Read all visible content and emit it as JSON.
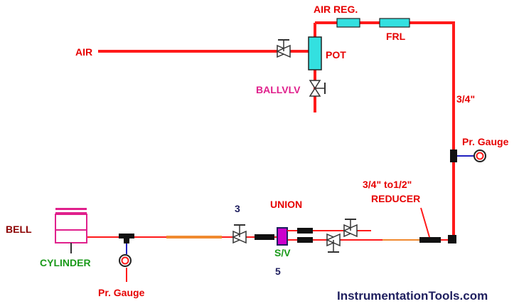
{
  "labels": {
    "air": "AIR",
    "air_reg": "AIR REG.",
    "frl": "FRL",
    "pot": "POT",
    "ball_valve": "BALLVLV",
    "size_main": "3/4\"",
    "pr_gauge_right": "Pr. Gauge",
    "reducer_size": "3/4\" to1/2\"",
    "reducer": "REDUCER",
    "union": "UNION",
    "valve_number": "3",
    "solenoid_valve": "S/V",
    "sv_number": "5",
    "bell": "BELL",
    "cylinder": "CYLINDER",
    "pr_gauge_bottom": "Pr. Gauge"
  },
  "watermark": "InstrumentationTools.com",
  "colors": {
    "pipe_red": "#ff1a1a",
    "text_red": "#e60000",
    "magenta": "#e0208c",
    "green": "#1a9a1a",
    "dark_red": "#8b0000",
    "cyan": "#33e0e0",
    "orange": "#f08a30",
    "violet": "#cc00cc",
    "navy": "#1f1f5f",
    "blue": "#2020c0"
  }
}
